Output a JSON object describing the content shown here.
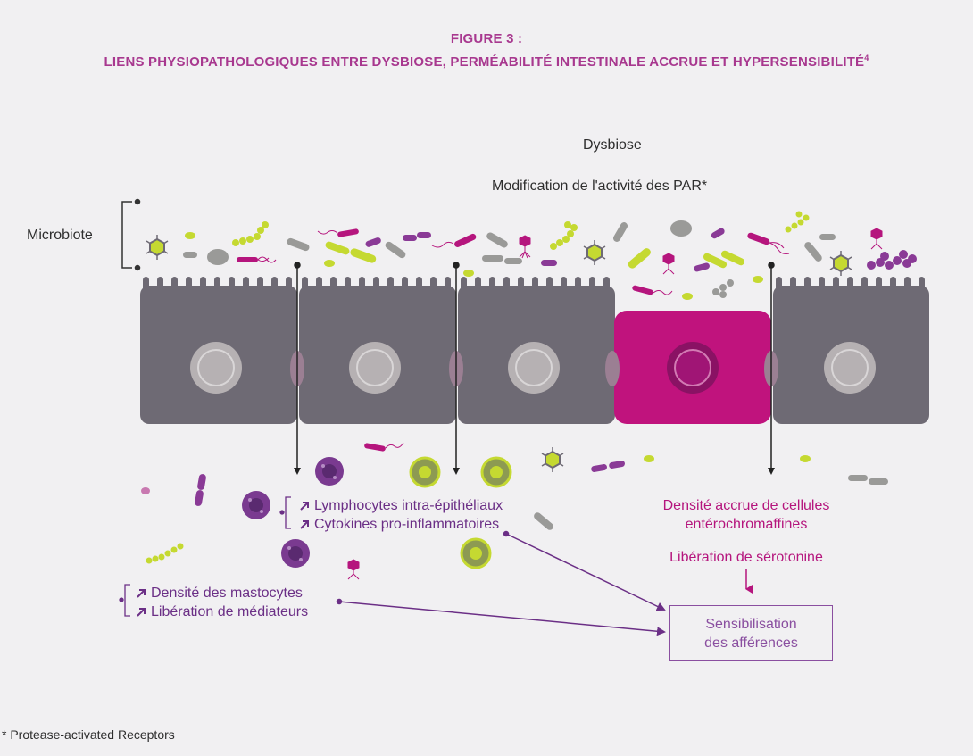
{
  "figure": {
    "label": "FIGURE 3 :",
    "title": "LIENS PHYSIOPATHOLOGIQUES ENTRE DYSBIOSE, PERMÉABILITÉ INTESTINALE ACCRUE ET HYPERSENSIBILITÉ",
    "title_ref": "4"
  },
  "labels": {
    "dysbiose": "Dysbiose",
    "par": "Modification de l'activité des PAR*",
    "microbiote": "Microbiote"
  },
  "immune_list": [
    "Lymphocytes intra-épithéliaux",
    "Cytokines pro-inflammatoires"
  ],
  "mast_list": [
    "Densité des mastocytes",
    "Libération de médiateurs"
  ],
  "entero": {
    "line1": "Densité accrue de cellules",
    "line2": "entérochromaffines",
    "serotonin": "Libération de sérotonine"
  },
  "outcome": {
    "line1": "Sensibilisation",
    "line2": "des afférences"
  },
  "footnote": "* Protease-activated Receptors",
  "colors": {
    "title": "#a8388f",
    "cell": "#6e6a74",
    "enterochromaffin": "#c0137d",
    "purple": "#6b2f86",
    "lime": "#c5d931",
    "grey_bacteria": "#9a9a98"
  }
}
